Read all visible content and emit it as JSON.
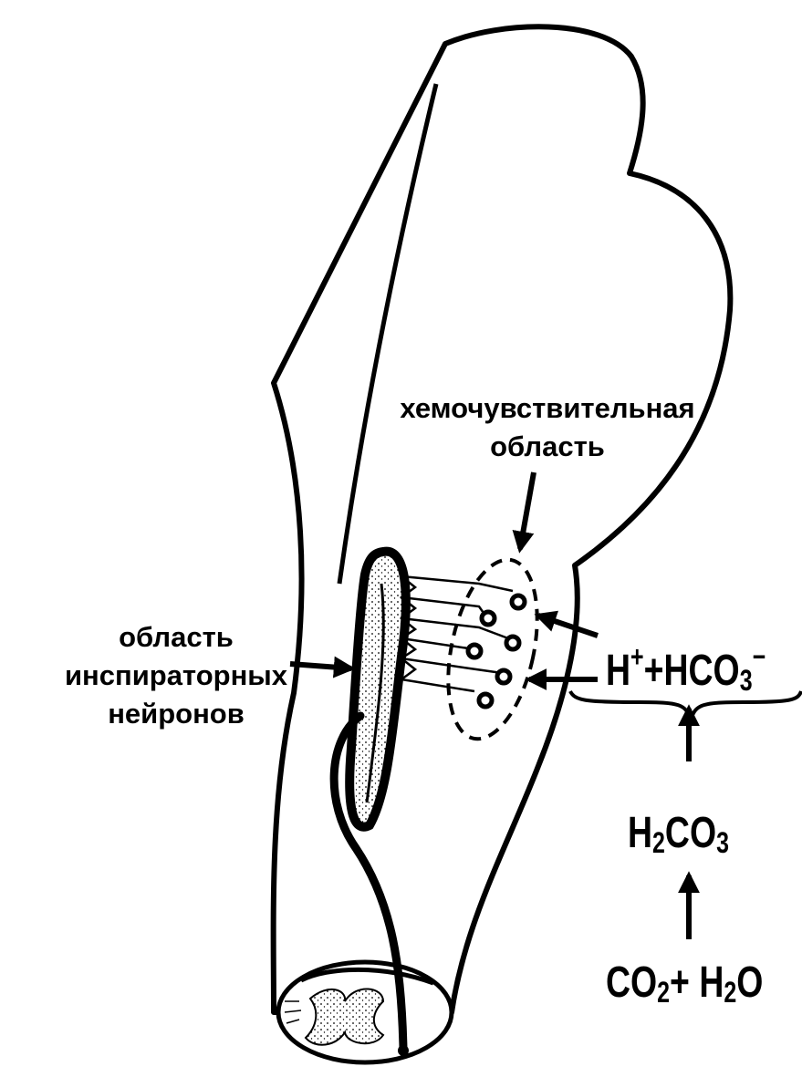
{
  "labels": {
    "chemosensitive_line1": "хемочувствительная",
    "chemosensitive_line2": "область",
    "inspiratory_line1": "область",
    "inspiratory_line2": "инспираторных",
    "inspiratory_line3": "нейронов"
  },
  "chemistry": {
    "ions": {
      "h": "H",
      "h_charge": "+",
      "plus": "+",
      "hco": "HCO",
      "hco_sub": "3",
      "hco_charge": "−"
    },
    "carbonic_acid": {
      "h": "H",
      "h_sub": "2",
      "co": "CO",
      "co_sub": "3"
    },
    "reactants": {
      "co": "CO",
      "co_sub": "2",
      "plus": "+ ",
      "h": "H",
      "h_sub": "2",
      "o": "O"
    }
  },
  "colors": {
    "ink": "#000000",
    "background": "#ffffff"
  }
}
